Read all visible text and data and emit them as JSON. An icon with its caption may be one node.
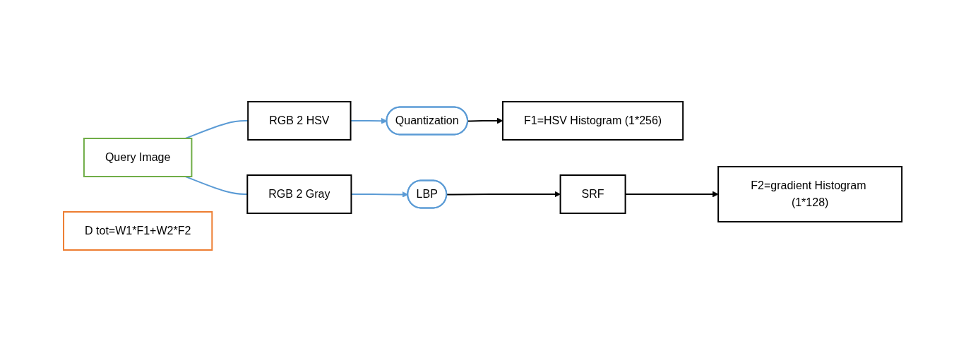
{
  "diagram": {
    "nodes": [
      {
        "text": [
          "Query Image"
        ]
      },
      {
        "text": [
          "RGB 2 HSV"
        ]
      },
      {
        "text": [
          "Quantization"
        ]
      },
      {
        "text": [
          "F1=HSV Histogram (1*256)"
        ]
      },
      {
        "text": [
          "D tot=W1*F1+W2*F2"
        ]
      },
      {
        "text": [
          "RGB 2 Gray"
        ]
      },
      {
        "text": [
          "LBP"
        ]
      },
      {
        "text": [
          "SRF"
        ]
      },
      {
        "text": [
          "F2=gradient Histogram (1*128)"
        ]
      }
    ],
    "edges": [
      {
        "from": 0,
        "to": 1,
        "arrow": "none"
      },
      {
        "from": 0,
        "to": 5,
        "arrow": "none"
      },
      {
        "from": 1,
        "to": 2,
        "arrow": "to"
      },
      {
        "from": 2,
        "to": 3,
        "arrow": "to",
        "color": "#000000"
      },
      {
        "from": 5,
        "to": 6,
        "arrow": "to"
      },
      {
        "from": 6,
        "to": 7,
        "arrow": "to",
        "color": "#000000"
      },
      {
        "from": 7,
        "to": 8,
        "arrow": "to",
        "color": "#000000"
      }
    ]
  }
}
